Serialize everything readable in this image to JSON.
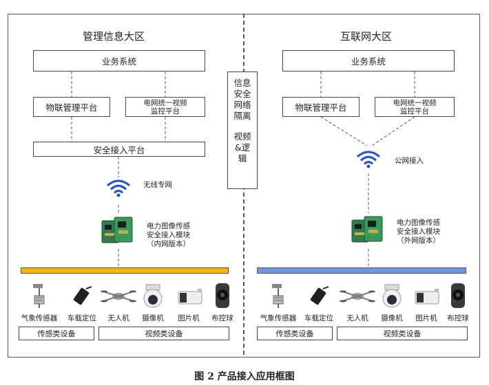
{
  "left": {
    "title": "管理信息大区",
    "business": "业务系统",
    "iot": "物联管理平台",
    "video_platform": "电网统一视频\n监控平台",
    "secure_access": "安全接入平台",
    "wireless": "无线专网",
    "module": "电力图像传感\n安全接入模块\n（内网版本）",
    "bar_color": "#f5b800",
    "devices": [
      "气象传感器",
      "车载定位",
      "无人机",
      "摄像机",
      "图片机",
      "布控球"
    ],
    "group_sensor": "传感类设备",
    "group_video": "视频类设备"
  },
  "middle": {
    "isolation": "信息安全网络隔离",
    "video_logic": "视频&逻辑"
  },
  "right": {
    "title": "互联网大区",
    "business": "业务系统",
    "iot": "物联管理平台",
    "video_platform": "电网统一视频\n监控平台",
    "public": "公网接入",
    "module": "电力图像传感\n安全接入模块\n（外网版本）",
    "bar_color": "#6f96d8",
    "devices": [
      "气象传感器",
      "车载定位",
      "无人机",
      "摄像机",
      "图片机",
      "布控球"
    ],
    "group_sensor": "传感类设备",
    "group_video": "视频类设备"
  },
  "caption": "图 2  产品接入应用框图",
  "wifi_color": "#2a55c8"
}
